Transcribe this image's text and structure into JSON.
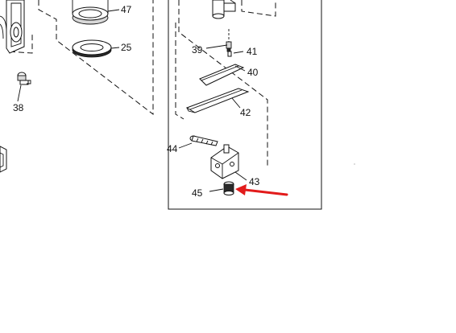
{
  "diagram": {
    "callouts": [
      "47",
      "25",
      "38",
      "39",
      "41",
      "40",
      "42",
      "44",
      "43",
      "45"
    ],
    "highlight_color": "#e21b1b"
  }
}
